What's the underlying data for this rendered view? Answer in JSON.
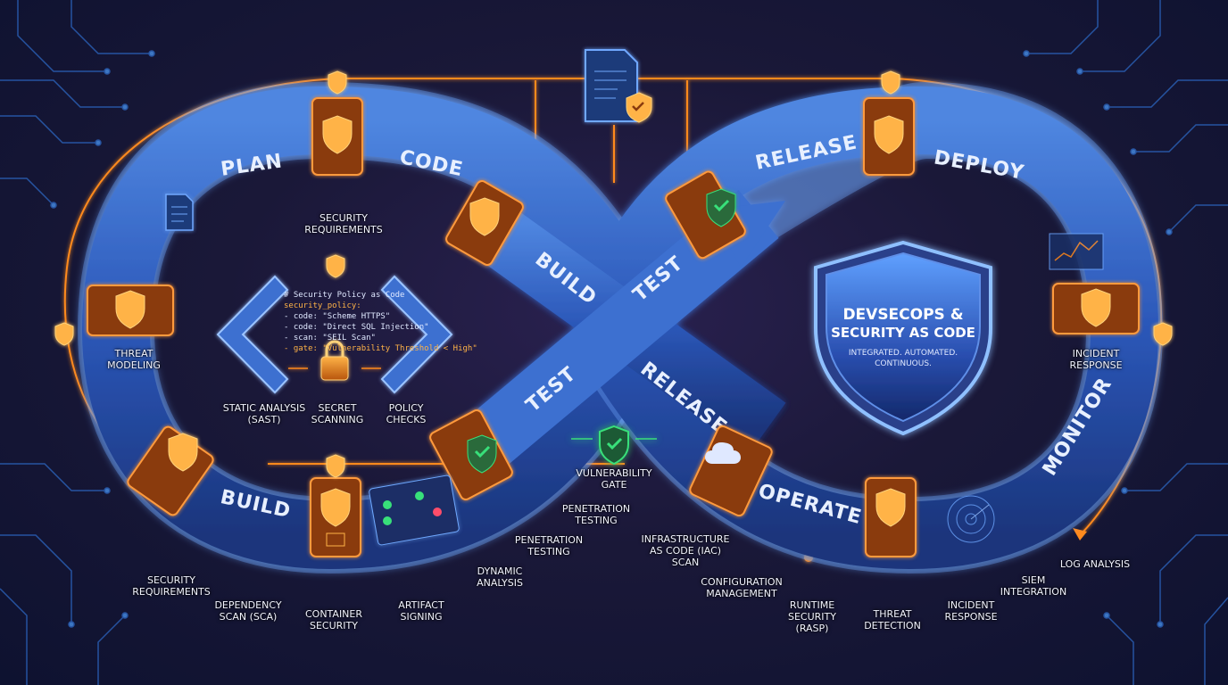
{
  "band_labels": {
    "plan": "PLAN",
    "code": "CODE",
    "build_center": "BUILD",
    "test_center": "TEST",
    "test_lower": "TEST",
    "release_lower": "RELEASE",
    "release_top": "RELEASE",
    "deploy": "DEPLOY",
    "monitor": "MONITOR",
    "operate": "OPERATE",
    "build_lower": "BUILD"
  },
  "hub": {
    "title_line1": "DEVSECOPS &",
    "title_line2": "SECURITY AS CODE",
    "subtitle_line1": "INTEGRATED. AUTOMATED.",
    "subtitle_line2": "CONTINUOUS."
  },
  "policy_code": {
    "line1": "# Security Policy as Code",
    "line2": "security_policy:",
    "line3": "  - code: \"Scheme HTTPS\"",
    "line4": "  - code: \"Direct SQL Injection\"",
    "line5": "  - scan: \"SEIL Scan\"",
    "line6": "  - gate: \"Vulnerability Threshold < High\""
  },
  "labels": {
    "security_requirements_top": "SECURITY\nREQUIREMENTS",
    "threat_modeling": "THREAT\nMODELING",
    "static_analysis": "STATIC ANALYSIS\n(SAST)",
    "secret_scanning": "SECRET\nSCANNING",
    "policy_checks": "POLICY\nCHECKS",
    "vulnerability_gate": "VULNERABILITY\nGATE",
    "penetration_testing_1": "PENETRATION\nTESTING",
    "penetration_testing_2": "PENETRATION\nTESTING",
    "dynamic_analysis": "DYNAMIC\nANALYSIS",
    "security_requirements_bottom": "SECURITY\nREQUIREMENTS",
    "dependency_scan": "DEPENDENCY\nSCAN (SCA)",
    "container_security": "CONTAINER\nSECURITY",
    "artifact_signing": "ARTIFACT\nSIGNING",
    "iac_scan": "INFRASTRUCTURE\nAS CODE (IaC)\nSCAN",
    "configuration_management": "CONFIGURATION\nMANAGEMENT",
    "runtime_security": "RUNTIME\nSECURITY\n(RASP)",
    "threat_detection": "THREAT\nDETECTION",
    "incident_response_bottom": "INCIDENT\nRESPONSE",
    "siem_integration": "SIEM\nINTEGRATION",
    "log_analysis": "LOG ANALYSIS",
    "incident_response_right": "INCIDENT\nRESPONSE"
  },
  "colors": {
    "band_fill": "#2b57b8",
    "band_edge": "#6fa8ff",
    "glow_orange": "#ff8a1e",
    "lock_gold": "#ffb347",
    "check_green": "#39e07a",
    "background": "#1a1838"
  },
  "icons": [
    "shield-lock-icon",
    "check-shield-icon",
    "padlock-icon",
    "document-shield-icon",
    "cloud-icon",
    "radar-icon",
    "chevron-left-icon",
    "chevron-right-icon"
  ]
}
